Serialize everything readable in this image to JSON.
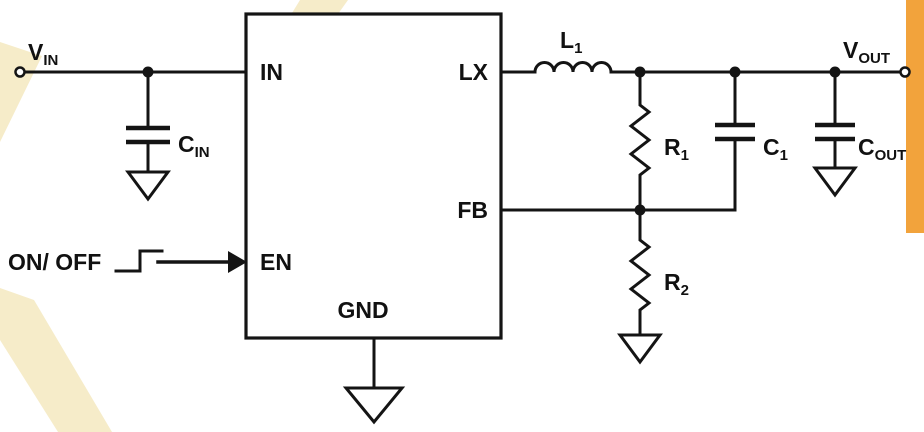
{
  "labels": {
    "vin": {
      "main": "V",
      "sub": "IN"
    },
    "cin": {
      "main": "C",
      "sub": "IN"
    },
    "on_off": "ON/ OFF",
    "l1": {
      "main": "L",
      "sub": "1"
    },
    "vout": {
      "main": "V",
      "sub": "OUT"
    },
    "r1": {
      "main": "R",
      "sub": "1"
    },
    "r2": {
      "main": "R",
      "sub": "2"
    },
    "c1": {
      "main": "C",
      "sub": "1"
    },
    "cout": {
      "main": "C",
      "sub": "OUT"
    }
  },
  "ic": {
    "pins": {
      "in": "IN",
      "en": "EN",
      "gnd": "GND",
      "lx": "LX",
      "fb": "FB"
    }
  },
  "colors": {
    "line": "#141414",
    "background": "#ffffff",
    "watermark_pale": "#f6ecc9",
    "watermark_orange": "#f2a33c"
  }
}
